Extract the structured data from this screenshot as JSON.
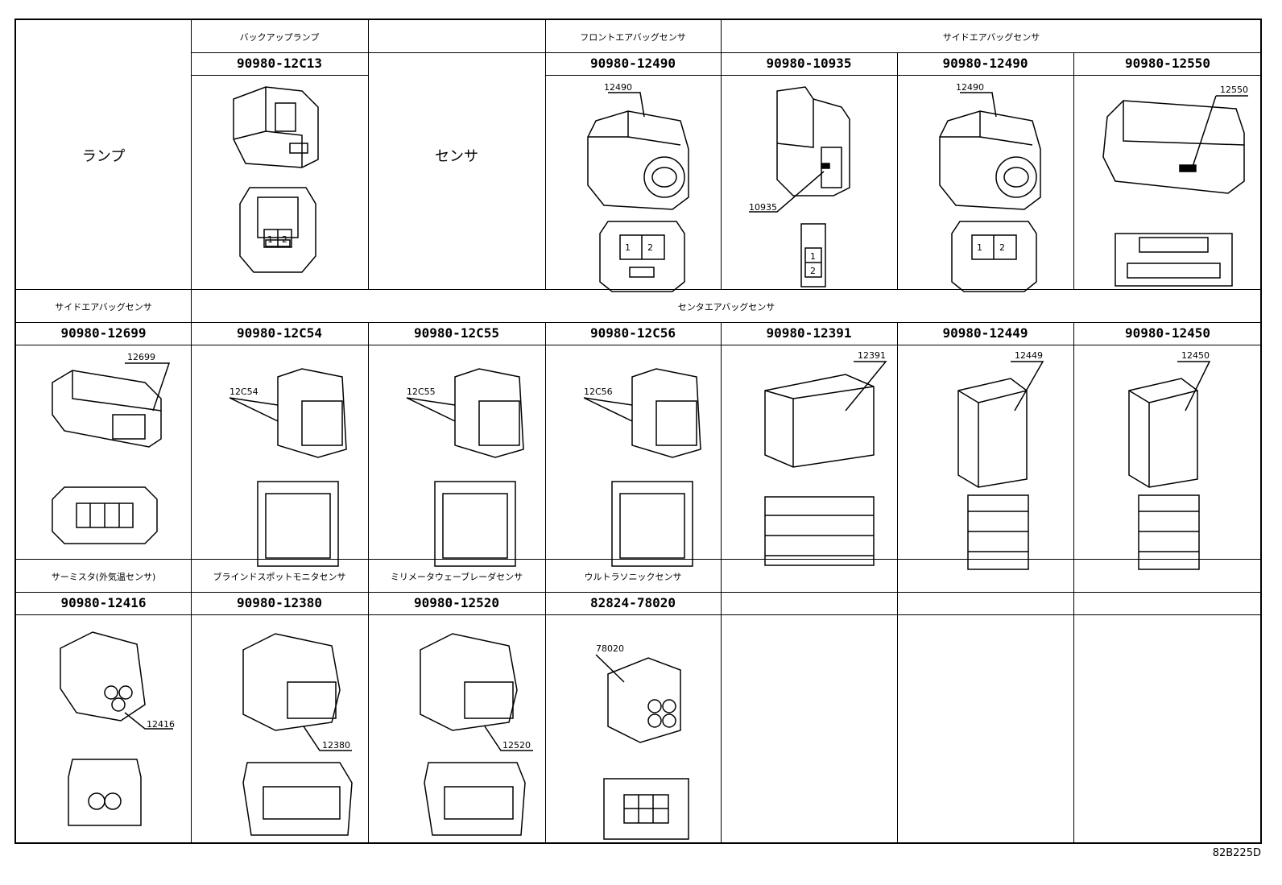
{
  "row1": {
    "lamp_label": "ランプ",
    "sensor_label": "センサ",
    "backup_lamp": {
      "title": "バックアップランプ",
      "part": "90980-12C13"
    },
    "front_airbag": {
      "title": "フロントエアバッグセンサ",
      "part": "90980-12490",
      "callout": "12490"
    },
    "side_airbag": {
      "title": "サイドエアバッグセンサ",
      "parts": [
        {
          "part": "90980-10935",
          "callout": "10935"
        },
        {
          "part": "90980-12490",
          "callout": "12490"
        },
        {
          "part": "90980-12550",
          "callout": "12550"
        }
      ]
    }
  },
  "row2": {
    "side_airbag": {
      "title": "サイドエアバッグセンサ",
      "part": "90980-12699",
      "callout": "12699"
    },
    "center_airbag": {
      "title": "センタエアバッグセンサ",
      "parts": [
        {
          "part": "90980-12C54",
          "callout": "12C54"
        },
        {
          "part": "90980-12C55",
          "callout": "12C55"
        },
        {
          "part": "90980-12C56",
          "callout": "12C56"
        },
        {
          "part": "90980-12391",
          "callout": "12391"
        },
        {
          "part": "90980-12449",
          "callout": "12449"
        },
        {
          "part": "90980-12450",
          "callout": "12450"
        }
      ]
    }
  },
  "row3": {
    "cells": [
      {
        "title": "サーミスタ(外気温センサ)",
        "part": "90980-12416",
        "callout": "12416"
      },
      {
        "title": "ブラインドスポットモニタセンサ",
        "part": "90980-12380",
        "callout": "12380"
      },
      {
        "title": "ミリメータウェーブレーダセンサ",
        "part": "90980-12520",
        "callout": "12520"
      },
      {
        "title": "ウルトラソニックセンサ",
        "part": "82824-78020",
        "callout": "78020"
      }
    ]
  },
  "figure_code": "82B225D"
}
